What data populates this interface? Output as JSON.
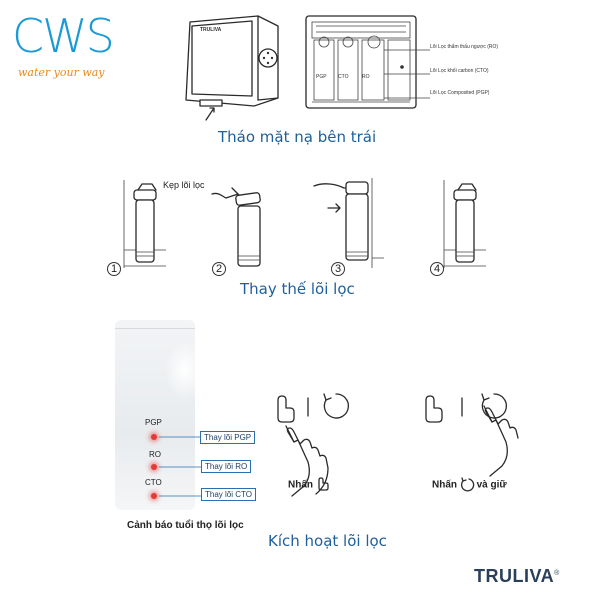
{
  "logo": {
    "text": "CWS",
    "tagline": "water your way",
    "color": "#1a9ad6"
  },
  "brand": {
    "name": "TRULIVA",
    "mark": "®"
  },
  "section1": {
    "title": "Tháo mặt nạ bên trái",
    "device_label": "TRULIVA",
    "filter_labels": [
      "PGP",
      "CTO",
      "RO"
    ],
    "callouts": [
      "Lõi Lọc thẩm thấu ngược (RO)",
      "Lõi Lọc khối carbon (CTO)",
      "Lõi Lọc Composited (PGP)"
    ]
  },
  "section2": {
    "title": "Thay thế lõi lọc",
    "clip_label": "Kẹp lõi lọc",
    "steps": [
      "1",
      "2",
      "3",
      "4"
    ]
  },
  "section3": {
    "title": "Kích hoạt lõi lọc",
    "caption": "Cảnh báo tuổi thọ lõi lọc",
    "indicators": [
      {
        "label": "PGP",
        "tag": "Thay lõi PGP"
      },
      {
        "label": "RO",
        "tag": "Thay lõi RO"
      },
      {
        "label": "CTO",
        "tag": "Thay lõi CTO"
      }
    ],
    "press_label": "Nhấn",
    "press_hold_label": "Nhấn",
    "hold_suffix": "và giữ",
    "led_color": "#e53935"
  }
}
